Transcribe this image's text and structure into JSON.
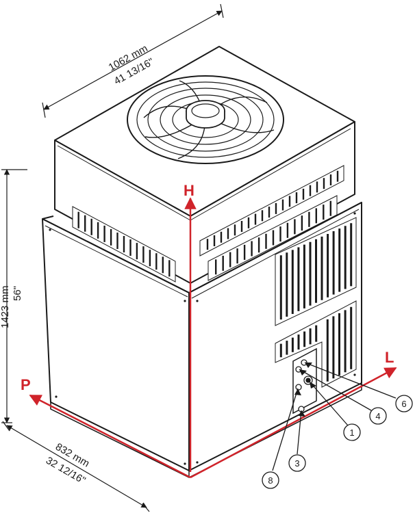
{
  "dimensions": {
    "width_mm": "1062 mm",
    "width_in": "41 13/16\"",
    "height_mm": "1423 mm",
    "height_in": "56\"",
    "depth_mm": "832 mm",
    "depth_in": "32 12/16\""
  },
  "axes": {
    "height_label": "H",
    "length_label": "L",
    "depth_label": "P",
    "axis_color": "#d0232a"
  },
  "callouts": {
    "c1": "1",
    "c3": "3",
    "c4": "4",
    "c6": "6",
    "c8": "8"
  }
}
